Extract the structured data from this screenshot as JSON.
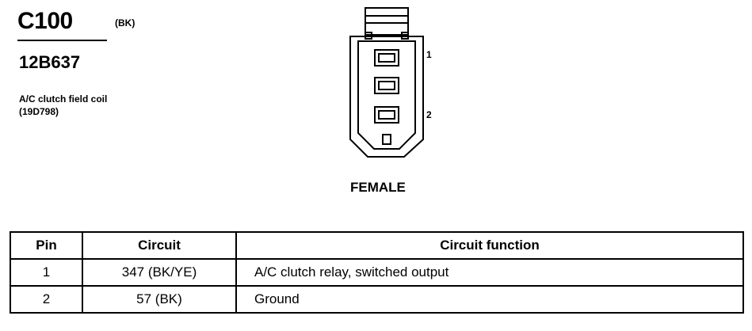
{
  "connector": {
    "id": "C100",
    "color_code": "(BK)",
    "part_number": "12B637",
    "description_line1": "A/C clutch field coil",
    "description_line2": "(19D798)",
    "gender": "FEMALE",
    "pin_labels": [
      "1",
      "2"
    ]
  },
  "table": {
    "headers": [
      "Pin",
      "Circuit",
      "Circuit function"
    ],
    "rows": [
      {
        "pin": "1",
        "circuit": "347 (BK/YE)",
        "function": "A/C clutch relay, switched output"
      },
      {
        "pin": "2",
        "circuit": "57 (BK)",
        "function": "Ground"
      }
    ]
  }
}
